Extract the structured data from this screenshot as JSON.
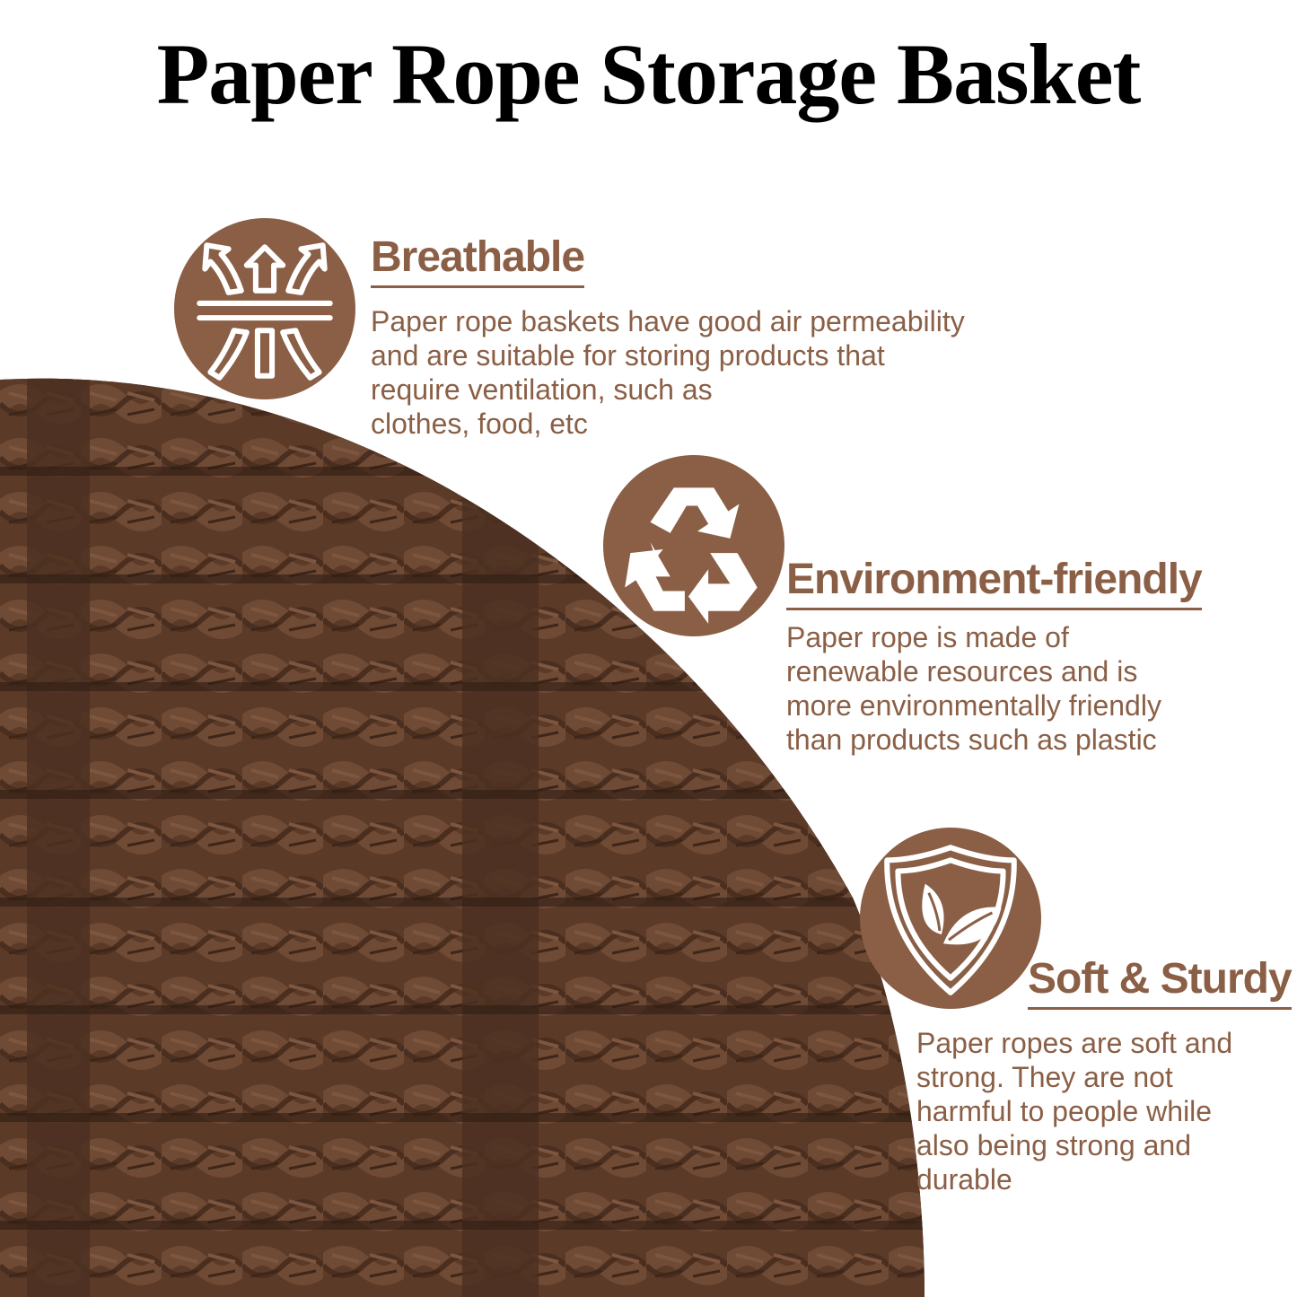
{
  "title": "Paper Rope Storage Basket",
  "colors": {
    "accent": "#8a5f46",
    "weave": "#5b3a28"
  },
  "features": [
    {
      "icon": "airflow-arrows-icon",
      "title": "Breathable",
      "lines": [
        "Paper rope baskets have good air permeability",
        "and are suitable for storing products that",
        "require ventilation, such as",
        "clothes, food, etc"
      ]
    },
    {
      "icon": "recycle-icon",
      "title": "Environment-friendly",
      "lines": [
        "Paper rope is made of",
        "renewable resources and is",
        "more environmentally friendly",
        "than products such as plastic"
      ]
    },
    {
      "icon": "shield-leaf-icon",
      "title": "Soft & Sturdy",
      "lines": [
        "Paper ropes are soft and",
        "strong. They are not",
        "harmful to people while",
        "also being strong and",
        "durable"
      ]
    }
  ]
}
